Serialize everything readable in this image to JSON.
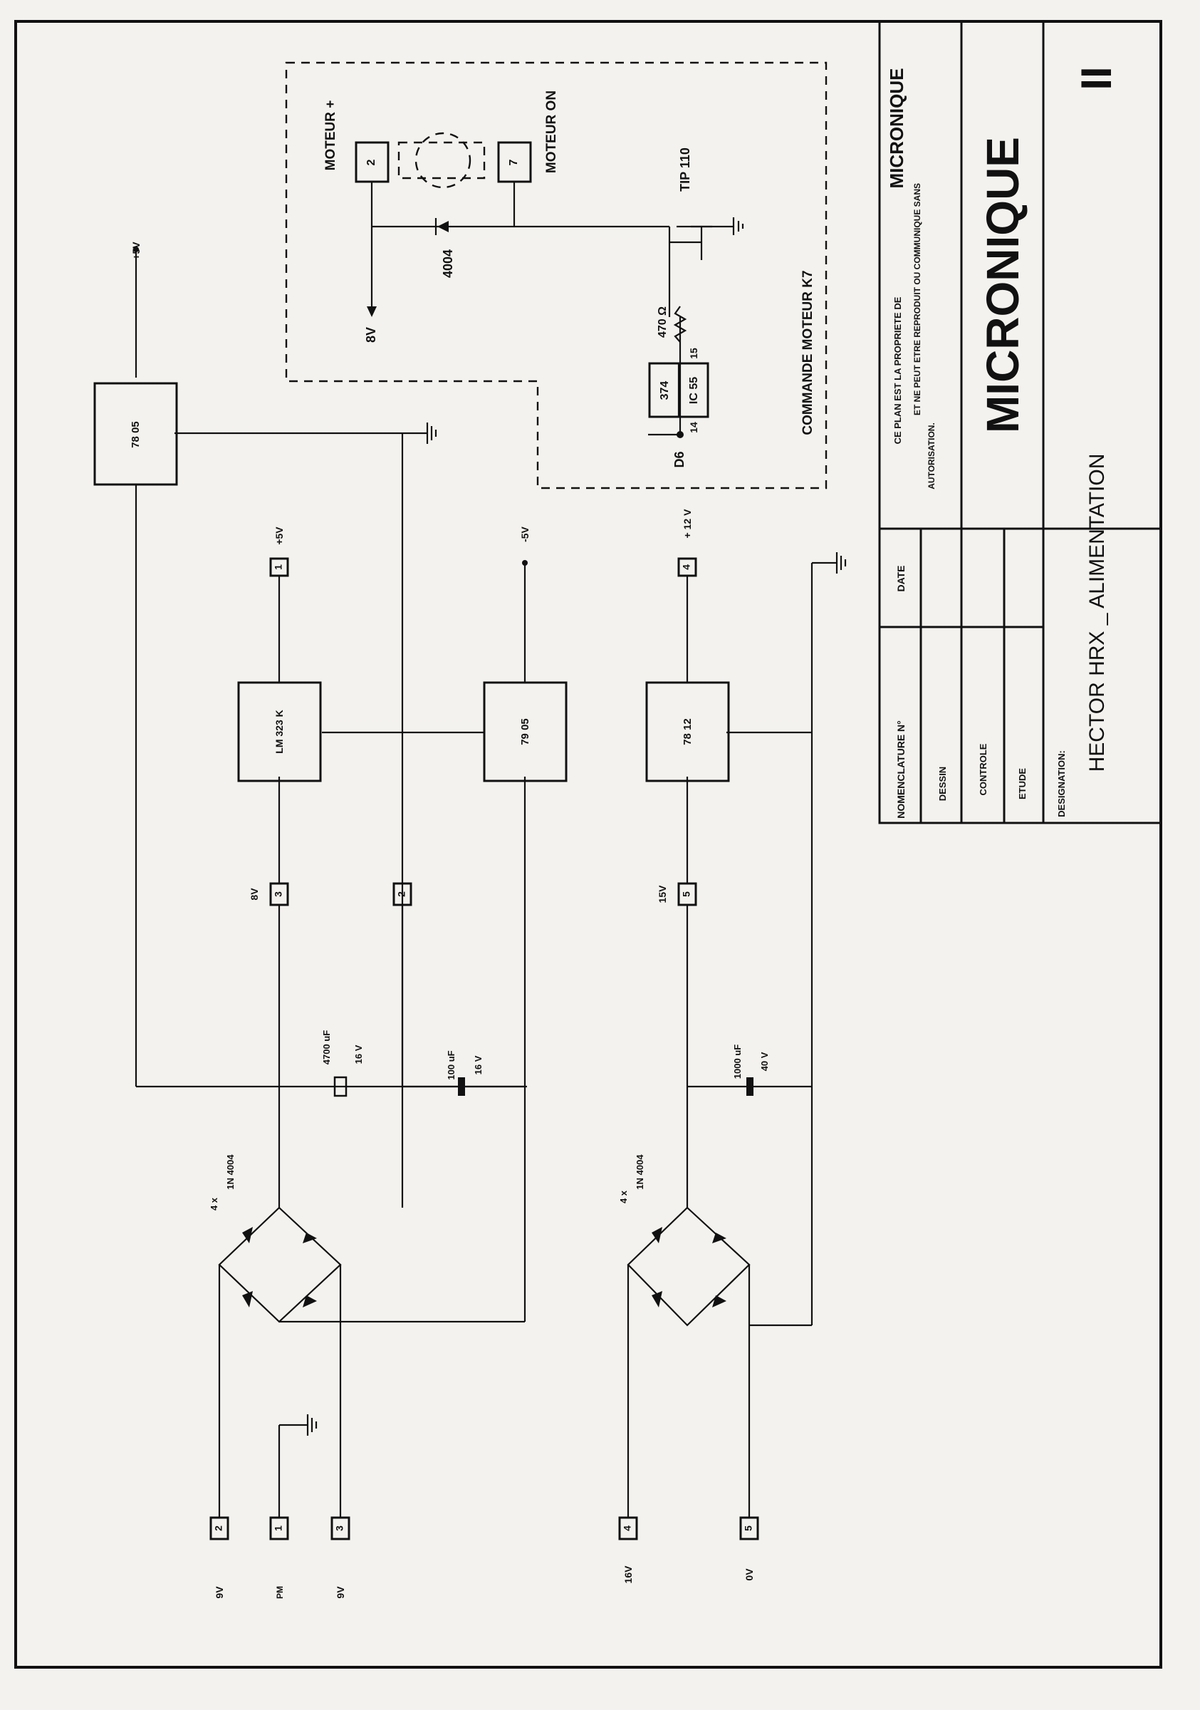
{
  "regulators": {
    "reg_7805_top": "78 05",
    "reg_lm323": "LM 323 K",
    "reg_7905": "79 05",
    "reg_7812": "78 12"
  },
  "outputs": {
    "p5v_top": "+5V",
    "p5v": "+5V",
    "m5v": "-5V",
    "p12v": "+ 12 V"
  },
  "pins": {
    "p1_out": "1",
    "p4_out": "4",
    "p3_mid": "3",
    "p2_mid": "2",
    "p5_mid": "5",
    "in_2": "2",
    "in_1": "1",
    "in_3": "3",
    "in_4": "4",
    "in_5": "5",
    "mot_2": "2",
    "mot_7": "7"
  },
  "node_labels": {
    "v8": "8V",
    "v15": "15V"
  },
  "input_labels": {
    "in_9v_a": "9V",
    "in_pm": "PM",
    "in_9v_b": "9V",
    "in_16v": "16V",
    "in_0v": "0V"
  },
  "bridges": {
    "count_a": "4 x",
    "type_a": "1N 4004",
    "count_b": "4 x",
    "type_b": "1N 4004"
  },
  "capacitors": {
    "c1_value": "4700 uF",
    "c1_voltage": "16 V",
    "c2_value": "100 uF",
    "c2_voltage": "16 V",
    "c3_value": "1000 uF",
    "c3_voltage": "40 V"
  },
  "motor": {
    "moteur_plus": "MOTEUR +",
    "moteur_on": "MOTEUR ON",
    "tip": "TIP 110",
    "diode": "4004",
    "v8": "8V",
    "res": "470 Ω",
    "ic_num": "374",
    "ic_name": "IC 55",
    "pin14": "14",
    "pin15": "15",
    "d6": "D6",
    "section_title": "COMMANDE  MOTEUR  K7"
  },
  "title_block": {
    "nomenclature": "NOMENCLATURE N°",
    "date": "DATE",
    "dessin": "DESSIN",
    "controle": "CONTROLE",
    "etude": "ETUDE",
    "notice_1": "CE PLAN EST LA PROPRIETE DE",
    "notice_brand": "MICRONIQUE",
    "notice_2": "ET NE PEUT ETRE REPRODUIT OU COMMUNIQUE SANS",
    "notice_3": "AUTORISATION.",
    "logo": "MICRONIQUE",
    "designation_label": "DESIGNATION:",
    "designation": "HECTOR  HRX  _  ALIMENTATION",
    "sheet_number": "II"
  }
}
